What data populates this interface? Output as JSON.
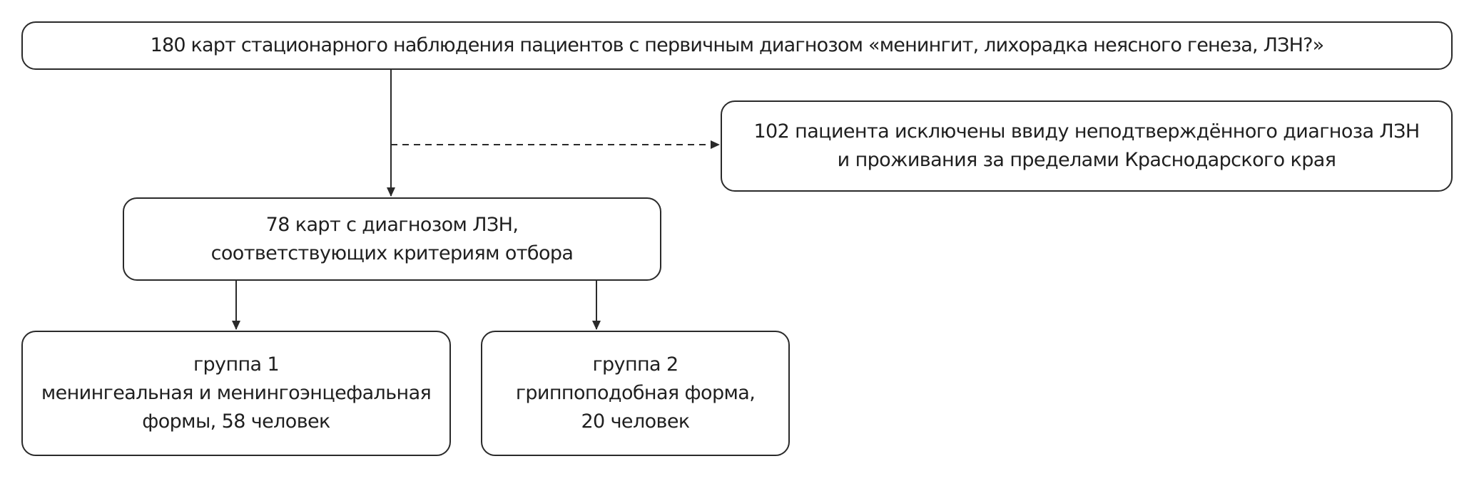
{
  "flowchart": {
    "top_box": {
      "lines": [
        "180 карт стационарного наблюдения пациентов с первичным диагнозом «менингит, лихорадка неясного генеза, ЛЗН?»"
      ]
    },
    "excluded_box": {
      "lines": [
        "102 пациента исключены ввиду неподтверждённого диагноза ЛЗН",
        "и проживания за пределами Краснодарского края"
      ]
    },
    "middle_box": {
      "lines": [
        "78 карт с диагнозом ЛЗН,",
        "соответствующих критериям отбора"
      ]
    },
    "group1_box": {
      "lines": [
        "группа 1",
        "менингеальная и менингоэнцефальная",
        "формы, 58 человек"
      ]
    },
    "group2_box": {
      "lines": [
        "группа 2",
        "гриппоподобная форма,",
        "20 человек"
      ]
    },
    "colors": {
      "stroke": "#2a2a2a",
      "text": "#1f1f1f",
      "background": "#ffffff"
    }
  }
}
